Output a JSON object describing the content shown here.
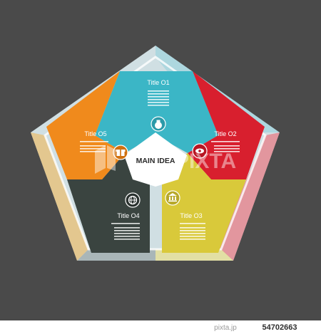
{
  "diagram": {
    "center_label": "MAIN IDEA",
    "segments": [
      {
        "id": "seg1",
        "title": "Title O1",
        "color": "#3bb6c6",
        "icon": "moneybag-icon"
      },
      {
        "id": "seg2",
        "title": "Title O2",
        "color": "#d81f2e",
        "icon": "eye-icon"
      },
      {
        "id": "seg3",
        "title": "Title O3",
        "color": "#d9c93a",
        "icon": "bank-icon"
      },
      {
        "id": "seg4",
        "title": "Title O4",
        "color": "#3a4440",
        "icon": "globe-icon"
      },
      {
        "id": "seg5",
        "title": "Title O5",
        "color": "#f08a1c",
        "icon": "gift-icon"
      }
    ]
  },
  "watermark": {
    "brand": "PIXTA",
    "site": "pixta.jp",
    "image_number": "54702663"
  },
  "colors": {
    "background": "#4a4a4a",
    "center": "#ffffff",
    "bottom_bar": "#ffffff"
  }
}
